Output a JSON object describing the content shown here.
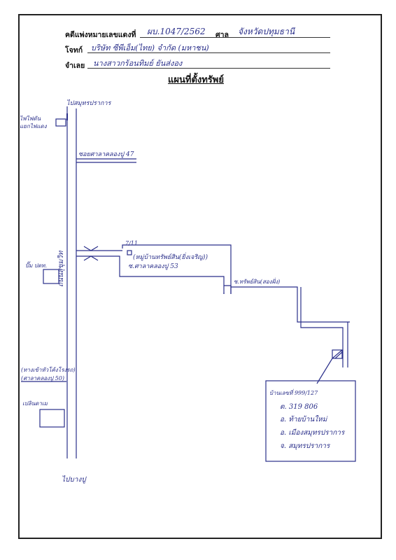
{
  "header": {
    "case_label": "คดีแพ่งหมายเลขแดงที่",
    "case_number": "ผบ.1047/2562",
    "court_label": "ศาล",
    "court_name": "จังหวัดปทุมธานี",
    "plaintiff_label": "โจทก์",
    "plaintiff_name": "บริษัท ซีพีเอ็ม(ไทย) จำกัด (มหาชน)",
    "defendant_label": "จำเลย",
    "defendant_name": "นางสาวกร้อนทิมย์ ยันส่งอง"
  },
  "title": "แผนที่ตั้งทรัพย์",
  "map": {
    "to_north": "ไปสมุทรปราการ",
    "to_south": "ไปบางปู",
    "lamp_label": "ไฟไฟดัน",
    "lamp_label2": "แยกไฟแดง",
    "soi47": "ซอยศาลาคลองปู 47",
    "gas_station": "ปั๊ม ปตท.",
    "main_road": "ถนนสุขุมวิท",
    "branch_road_num": "7/11",
    "village": "(หมู่บ้านทรัพย์สิน(ยิ่งเจริญ))",
    "soi53": "ซ.ศาลาคลองปู 53",
    "alley": "ซ.ทรัพย์สิน(สองฝั่ง)",
    "intersect_1": "(ทางเข้าหัวโค้งโรงรถ)",
    "intersect_2": "(ศาลาคลองปู 50)",
    "shop": "เปลินดาเม",
    "property_box": {
      "house_no": "บ้านเลขที่ 999/127",
      "tambon": "ต. 319 806",
      "amphoe": "อ. ท้ายบ้านใหม่",
      "district": "อ. เมืองสมุทรปราการ",
      "province": "จ. สมุทรปราการ"
    }
  },
  "colors": {
    "ink": "#2a2f8a",
    "frame": "#222222"
  }
}
